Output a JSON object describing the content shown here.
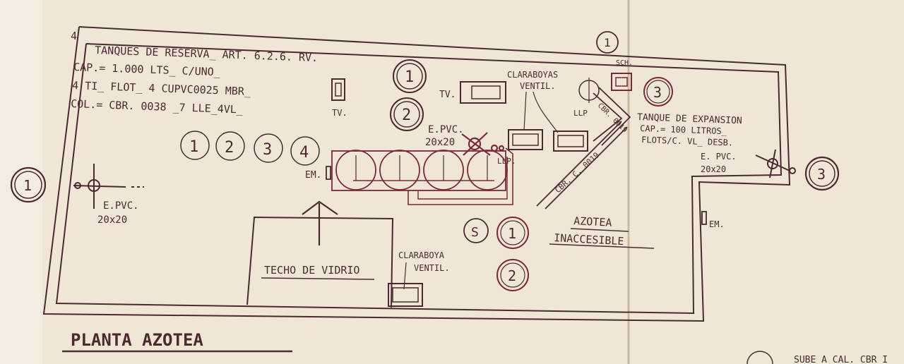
{
  "sheet": {
    "title": "PLANTA AZOTEA",
    "paper_color": "#efe6d6",
    "ink_color": "#4a2a30",
    "accent_ink_color": "#7a2a36"
  },
  "notes": {
    "number": "4",
    "line1": "TANQUES DE RESERVA_ ART. 6.2.6. RV.",
    "line2": "CAP.= 1.000 LTS_ C/UNO_",
    "line3": "4 TI_ FLOT_ 4 CUPVC0025 MBR_",
    "line4": "COL.= CBR. 0038 _7 LLE_4VL_"
  },
  "labels": {
    "tv_left": "TV.",
    "tv_top": "TV.",
    "claraboyas_top_1": "CLARABOYAS",
    "claraboyas_top_2": "VENTIL.",
    "lp_right": "LLP",
    "lp_center": "LLP.",
    "em_tanks": "EM.",
    "em_right": "EM.",
    "epvc_center_1": "E.PVC.",
    "epvc_center_2": "20x20",
    "epvc_left_1": "E.PVC.",
    "epvc_left_2": "20x20",
    "epvc_right_1": "E. PVC.",
    "epvc_right_2": "20x20",
    "cbr_pipe": "CBR. C. 0019",
    "cbr_col": "CBR. 0019",
    "sch": "SCH.",
    "tanque_exp_1": "TANQUE DE EXPANSION",
    "tanque_exp_2": "CAP.= 100 LITROS_",
    "tanque_exp_3": "FLOTS/C. VL_ DESB.",
    "azotea_1": "AZOTEA",
    "azotea_2": "INACCESIBLE",
    "techo": "TECHO DE VIDRIO",
    "claraboya_low_1": "CLARABOYA",
    "claraboya_low_2": "VENTIL.",
    "bottom_cut": "SUBE A CAL. CBR I"
  },
  "markers": {
    "m1_left": "1",
    "m1_topright": "1",
    "m1_top": "1",
    "m2_top": "2",
    "m3_right_top": "3",
    "m3_right": "3",
    "tank_1": "1",
    "tank_2": "2",
    "tank_3": "3",
    "tank_4": "4",
    "s_mark": "S",
    "m1_mid": "1",
    "m2_mid": "2"
  }
}
